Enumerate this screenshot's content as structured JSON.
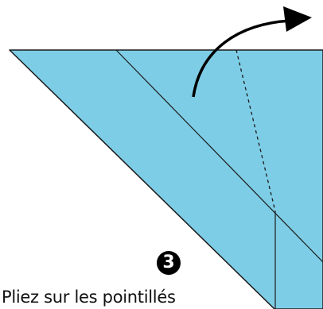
{
  "step": {
    "number": "3"
  },
  "instruction": {
    "text": "Pliez sur les pointillés"
  },
  "colors": {
    "paper": "#7ecde6",
    "outline": "#1a1a1a",
    "arrow": "#000000",
    "background": "#ffffff"
  },
  "icons": {
    "fold_arrow": "curved-arrow-icon",
    "fold_line": "dashed-fold-line"
  }
}
